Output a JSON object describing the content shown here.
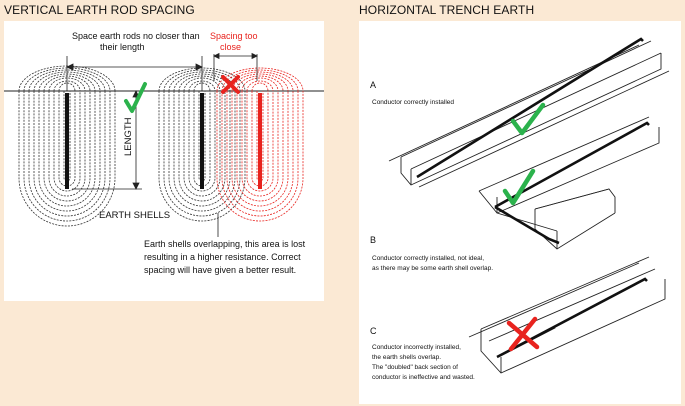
{
  "left": {
    "heading": "VERTICAL EARTH ROD SPACING",
    "space_line1": "Space earth rods no closer than",
    "space_line2": "their length",
    "too_close_line1": "Spacing too",
    "too_close_line2": "close",
    "length_label": "LENGTH",
    "shells_label": "EARTH SHELLS",
    "note_line1": "Earth shells overlapping, this area is lost",
    "note_line2": "resulting in a  higher resistance. Correct",
    "note_line3": "spacing will have given a better result.",
    "red": "#e8231e",
    "green": "#2bb24c"
  },
  "right": {
    "heading": "HORIZONTAL TRENCH EARTH",
    "a_letter": "A",
    "a_text": "Conductor correctly installed",
    "b_letter": "B",
    "b_line1": "Conductor correctly installed, not ideal,",
    "b_line2": "as there may be some earth shell overlap.",
    "c_letter": "C",
    "c_line1": "Conductor incorrectly installed,",
    "c_line2": "the earth shells overlap.",
    "c_line3": "The \"doubled\" back section of",
    "c_line4": "conductor is ineffective and wasted."
  }
}
